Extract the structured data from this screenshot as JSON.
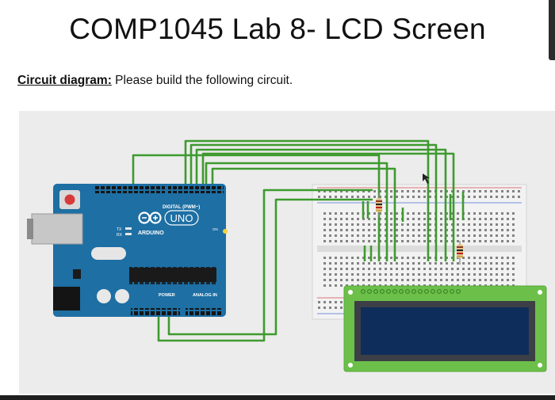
{
  "document": {
    "title": "COMP1045 Lab 8- LCD Screen",
    "subtitle_lead": "Circuit diagram:",
    "subtitle_text": " Please build the following circuit."
  },
  "figure": {
    "board": {
      "digital_label": "DIGITAL (PWM~)",
      "uno_label": "UNO",
      "brand_label": "ARDUINO",
      "power_label": "POWER",
      "analog_label": "ANALOG IN",
      "on_label": "ON",
      "tx_label": "TX",
      "rx_label": "RX"
    },
    "colors": {
      "board": "#1e6fa3",
      "wire": "#3e9a2f",
      "lcd_frame": "#6cc04a",
      "lcd_screen": "#0f2d5a",
      "breadboard": "#efefef"
    }
  }
}
